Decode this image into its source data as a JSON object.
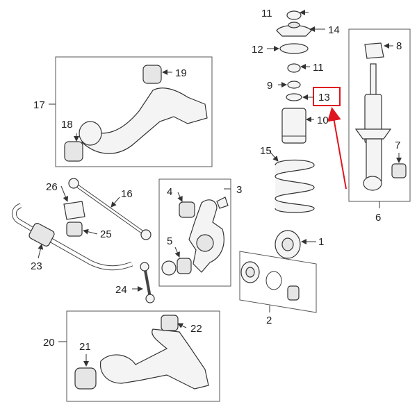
{
  "callouts": [
    {
      "id": "c1",
      "text": "1"
    },
    {
      "id": "c2",
      "text": "2"
    },
    {
      "id": "c3",
      "text": "3"
    },
    {
      "id": "c4",
      "text": "4"
    },
    {
      "id": "c5",
      "text": "5"
    },
    {
      "id": "c6",
      "text": "6"
    },
    {
      "id": "c7",
      "text": "7"
    },
    {
      "id": "c8",
      "text": "8"
    },
    {
      "id": "c9",
      "text": "9"
    },
    {
      "id": "c10",
      "text": "10"
    },
    {
      "id": "c11a",
      "text": "11"
    },
    {
      "id": "c11b",
      "text": "11"
    },
    {
      "id": "c12",
      "text": "12"
    },
    {
      "id": "c13",
      "text": "13"
    },
    {
      "id": "c14",
      "text": "14"
    },
    {
      "id": "c15",
      "text": "15"
    },
    {
      "id": "c16",
      "text": "16"
    },
    {
      "id": "c17",
      "text": "17"
    },
    {
      "id": "c18",
      "text": "18"
    },
    {
      "id": "c19",
      "text": "19"
    },
    {
      "id": "c20",
      "text": "20"
    },
    {
      "id": "c21",
      "text": "21"
    },
    {
      "id": "c22",
      "text": "22"
    },
    {
      "id": "c23",
      "text": "23"
    },
    {
      "id": "c24",
      "text": "24"
    },
    {
      "id": "c25",
      "text": "25"
    },
    {
      "id": "c26",
      "text": "26"
    }
  ],
  "highlight": {
    "callout": "13",
    "color": "#e0141e"
  }
}
